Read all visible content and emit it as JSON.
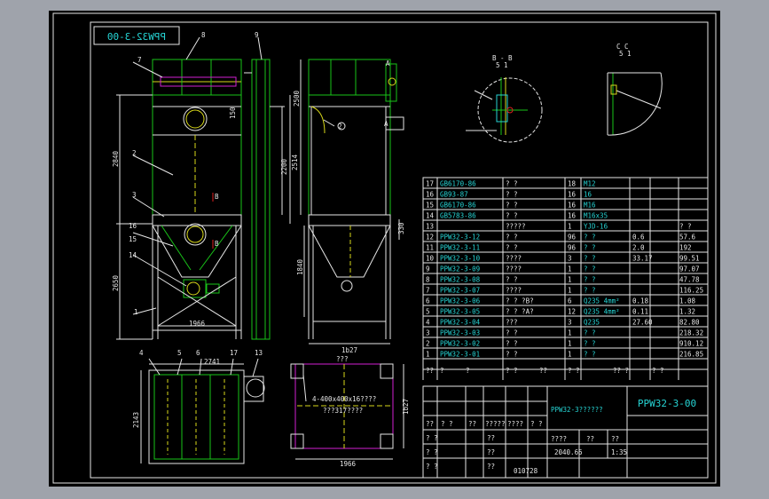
{
  "drawing_no": "PPW32-3-00",
  "title_mirror": "PPW32-3-00",
  "side_label": "PPW32-3??????",
  "scale": "1:35",
  "weight": "2040.65",
  "sheet_code": "010728",
  "dims": {
    "front_width": "1966",
    "front_height_upper": "2840",
    "front_height_lower": "2650",
    "front_top_gap": "150",
    "front_mid": "2200",
    "front_side": "2514",
    "side_width": "1b27",
    "side_vert": "2500",
    "side_1840": "1840",
    "side_330": "330",
    "plan_width": "2741",
    "plan_height": "2143",
    "base_width": "1966",
    "base_depth": "1b27",
    "base_note1": "4-400x400x16????",
    "base_note2": "???317????",
    "base_top": "???"
  },
  "labels": {
    "leaders_front": [
      "7",
      "8",
      "9",
      "2",
      "3",
      "16",
      "15",
      "14",
      "1"
    ],
    "leaders_plan": [
      "4",
      "5",
      "6",
      "17",
      "13"
    ],
    "section_bb": "B - B",
    "section_bb_scale": "5 1",
    "section_cc": "C C",
    "section_cc_scale": "5 1",
    "section_a": "A",
    "section_b": "B"
  },
  "parts": [
    {
      "no": "17",
      "code": "GB6170-86",
      "name": "?  ?",
      "qty": "18",
      "mat": "M12",
      "u": "",
      "t": ""
    },
    {
      "no": "16",
      "code": "GB93-87",
      "name": "?  ?",
      "qty": "16",
      "mat": "16",
      "u": "",
      "t": ""
    },
    {
      "no": "15",
      "code": "GB6170-86",
      "name": "?  ?",
      "qty": "16",
      "mat": "M16",
      "u": "",
      "t": ""
    },
    {
      "no": "14",
      "code": "GB5783-86",
      "name": "?  ?",
      "qty": "16",
      "mat": "M16x35",
      "u": "",
      "t": ""
    },
    {
      "no": "13",
      "code": "",
      "name": "?????",
      "qty": "1",
      "mat": "YJD-16",
      "u": "",
      "t": "?  ?"
    },
    {
      "no": "12",
      "code": "PPW32-3-12",
      "name": "?  ?",
      "qty": "96",
      "mat": "?  ?",
      "u": "0.6",
      "t": "57.6"
    },
    {
      "no": "11",
      "code": "PPW32-3-11",
      "name": "?  ?",
      "qty": "96",
      "mat": "?  ?",
      "u": "2.0",
      "t": "192"
    },
    {
      "no": "10",
      "code": "PPW32-3-10",
      "name": "????",
      "qty": "3",
      "mat": "?  ?",
      "u": "33.17",
      "t": "99.51"
    },
    {
      "no": "9",
      "code": "PPW32-3-09",
      "name": "????",
      "qty": "1",
      "mat": "?  ?",
      "u": "",
      "t": "97.07"
    },
    {
      "no": "8",
      "code": "PPW32-3-08",
      "name": "?  ?",
      "qty": "1",
      "mat": "?  ?",
      "u": "",
      "t": "47.78"
    },
    {
      "no": "7",
      "code": "PPW32-3-07",
      "name": "????",
      "qty": "1",
      "mat": "?  ?",
      "u": "",
      "t": "116.25"
    },
    {
      "no": "6",
      "code": "PPW32-3-06",
      "name": "?  ?  ?B?",
      "qty": "6",
      "mat": "Q235 4mm²",
      "u": "0.18",
      "t": "1.08"
    },
    {
      "no": "5",
      "code": "PPW32-3-05",
      "name": "?  ?  ?A?",
      "qty": "12",
      "mat": "Q235 4mm²",
      "u": "0.11",
      "t": "1.32"
    },
    {
      "no": "4",
      "code": "PPW32-3-04",
      "name": "???",
      "qty": "3",
      "mat": "Q235",
      "u": "27.60",
      "t": "82.80"
    },
    {
      "no": "3",
      "code": "PPW32-3-03",
      "name": "?  ?",
      "qty": "1",
      "mat": "?  ?",
      "u": "",
      "t": "218.32"
    },
    {
      "no": "2",
      "code": "PPW32-3-02",
      "name": "?  ?",
      "qty": "1",
      "mat": "?  ?",
      "u": "",
      "t": "910.12"
    },
    {
      "no": "1",
      "code": "PPW32-3-01",
      "name": "?  ?",
      "qty": "1",
      "mat": "?  ?",
      "u": "",
      "t": "216.85"
    }
  ],
  "header_row": [
    "??",
    "?",
    "?",
    "?  ?",
    "??",
    "?  ?",
    "??  ?",
    "?  ?"
  ],
  "title_block": {
    "r1": [
      "??",
      "?  ?",
      "??",
      "?????",
      "????",
      "?  ?"
    ],
    "r2": [
      "? ?",
      "",
      "",
      "",
      "??",
      ""
    ],
    "r3": [
      "? ?",
      "",
      "",
      "",
      "??",
      ""
    ],
    "r4": [
      "? ?",
      "",
      "",
      "",
      "??",
      ""
    ],
    "mass_hdr": [
      "????",
      "??",
      "??"
    ],
    "rows_left": [
      "? ?",
      "? ?",
      "? ?",
      "? ?",
      "? ?"
    ]
  },
  "colors": {
    "background": "#9fa3ab",
    "sheet": "#000000",
    "line_green": "#19c419",
    "line_white": "#e6e6e6",
    "line_yellow": "#d8d81a",
    "line_red": "#e02020",
    "line_magenta": "#d21fd2",
    "text_cyan": "#26d4d4",
    "blue_frame": "#3a4cff"
  }
}
